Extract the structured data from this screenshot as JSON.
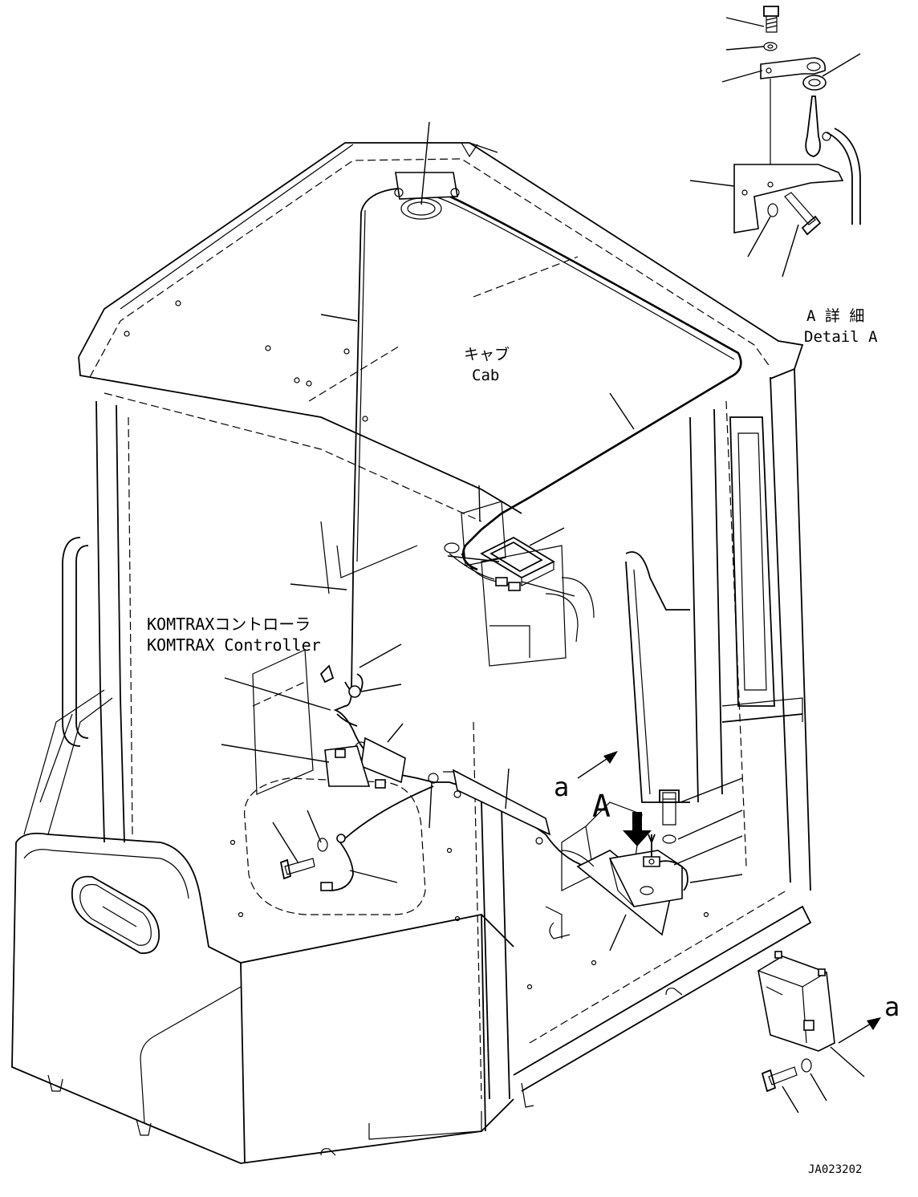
{
  "labels": {
    "cab_jp": "キャブ",
    "cab_en": "Cab",
    "controller_jp": "KOMTRAXコントローラ",
    "controller_en": "KOMTRAX Controller",
    "detail_jp": "A 詳 細",
    "detail_en": "Detail A",
    "view_a_lower": "a",
    "view_a_lower_2": "a",
    "view_A": "A",
    "drawing_number": "JA023202"
  }
}
